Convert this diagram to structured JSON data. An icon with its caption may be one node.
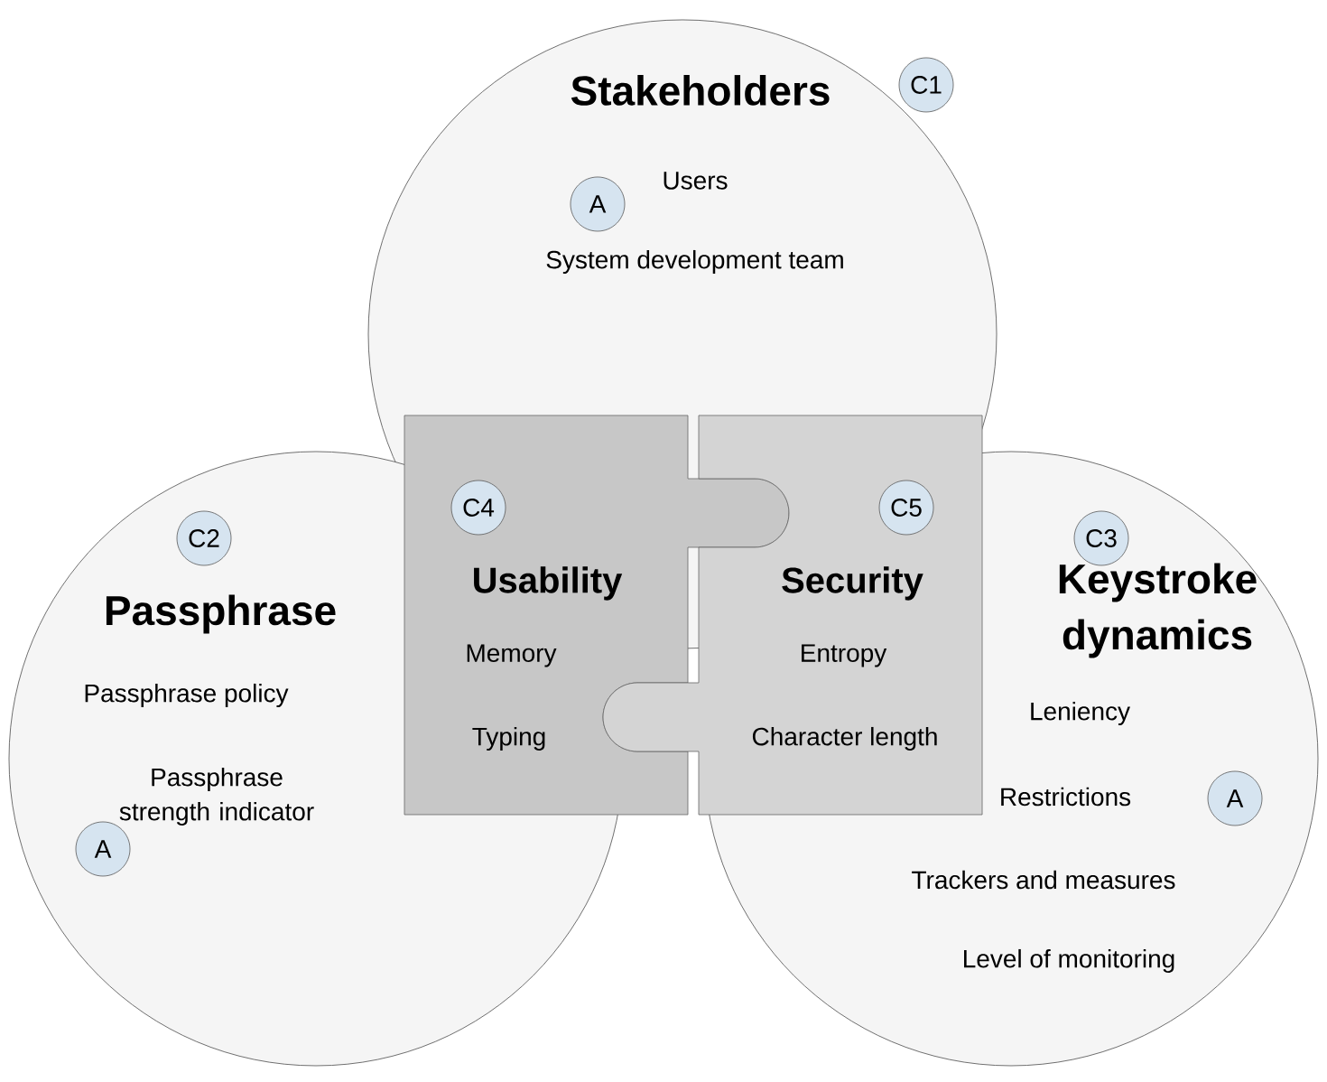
{
  "diagram": {
    "nodes": [
      {
        "text": [
          "Stakeholders",
          "Users",
          "System development team"
        ]
      },
      {
        "text": [
          "C1"
        ]
      },
      {
        "text": [
          "A"
        ],
        "in": 0
      },
      {
        "text": [
          "Passphrase",
          "Passphrase policy",
          "Passphrase strength indicator"
        ]
      },
      {
        "text": [
          "C2"
        ],
        "in": 3
      },
      {
        "text": [
          "A"
        ],
        "in": 3
      },
      {
        "text": [
          "Usability",
          "Memory",
          "Typing"
        ]
      },
      {
        "text": [
          "C4"
        ]
      },
      {
        "text": [
          "Security",
          "Entropy",
          "Character length"
        ]
      },
      {
        "text": [
          "C5"
        ]
      },
      {
        "text": [
          "Keystroke dynamics",
          "Leniency",
          "Restrictions",
          "Trackers and measures",
          "Level of monitoring"
        ]
      },
      {
        "text": [
          "C3"
        ],
        "in": 10
      },
      {
        "text": [
          "A"
        ],
        "in": 10
      }
    ]
  }
}
